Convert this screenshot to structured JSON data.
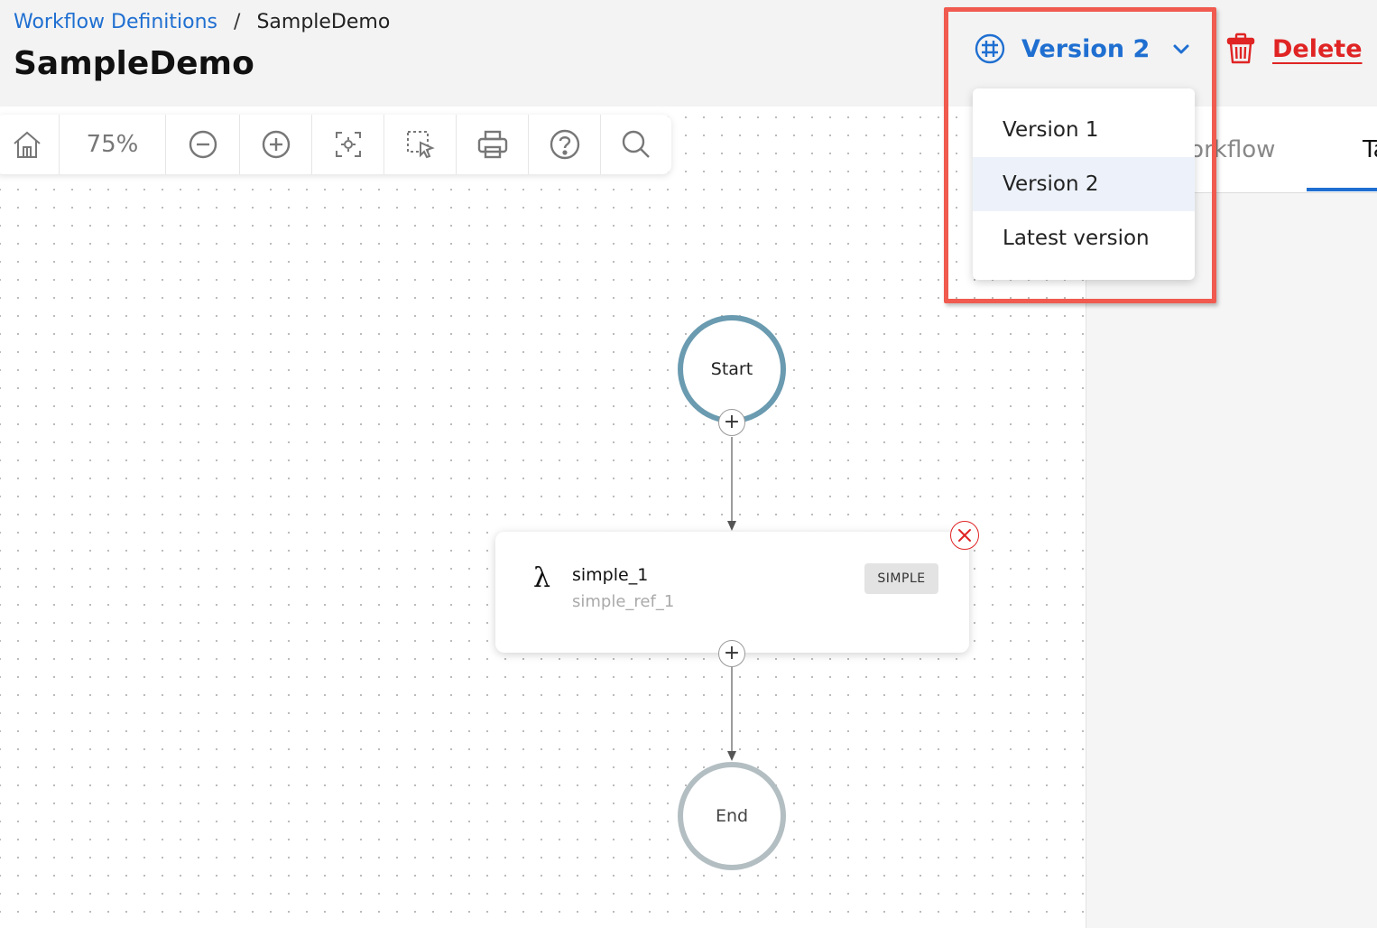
{
  "breadcrumb": {
    "parent": "Workflow Definitions",
    "separator": "/",
    "current": "SampleDemo"
  },
  "page_title": "SampleDemo",
  "version_selector": {
    "label": "Version 2",
    "options": [
      "Version 1",
      "Version 2",
      "Latest version"
    ],
    "selected": "Version 2"
  },
  "delete_label": "Delete",
  "toolbar": {
    "zoom": "75%",
    "icons": [
      "home-icon",
      "zoom-out-icon",
      "zoom-in-icon",
      "fit-view-icon",
      "select-area-icon",
      "print-icon",
      "help-icon",
      "search-icon"
    ]
  },
  "right_panel": {
    "tabs": [
      "Workflow",
      "Tasks"
    ],
    "active_tab": "Tasks"
  },
  "nodes": {
    "start": "Start",
    "end": "End",
    "task": {
      "name": "simple_1",
      "ref": "simple_ref_1",
      "type": "SIMPLE"
    }
  },
  "colors": {
    "accent": "#1f6fd1",
    "danger": "#e02424",
    "highlight": "#f05a4f",
    "start_ring": "#6a9bb0",
    "end_ring": "#b3bec2"
  }
}
